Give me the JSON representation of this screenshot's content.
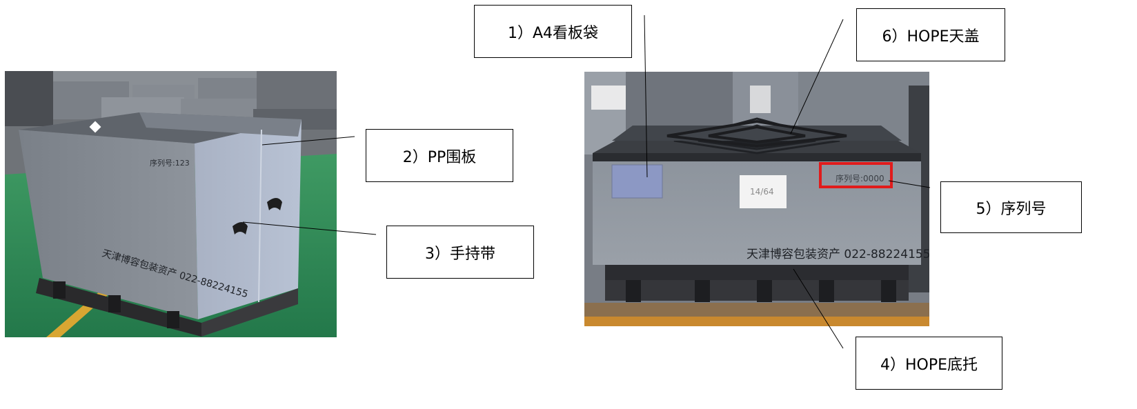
{
  "callouts": [
    {
      "id": "c1",
      "label": "1）A4看板袋"
    },
    {
      "id": "c2",
      "label": "2）PP围板"
    },
    {
      "id": "c3",
      "label": "3）手持带"
    },
    {
      "id": "c4",
      "label": "4）HOPE底托"
    },
    {
      "id": "c5",
      "label": "5）序列号"
    },
    {
      "id": "c6",
      "label": "6）HOPE天盖"
    }
  ],
  "photo_left": {
    "serial_label": "序列号:123",
    "side_print": "天津博容包装资产 022-88224155"
  },
  "photo_right": {
    "serial_label": "序列号:0000",
    "card_text": "14/64",
    "front_print": "天津博容包装资产 022-88224155"
  },
  "colors": {
    "highlight": "#e11b1b",
    "box_panel": "#8e949c",
    "floor_green": "#2e8a55",
    "pallet": "#2a2a2c"
  }
}
